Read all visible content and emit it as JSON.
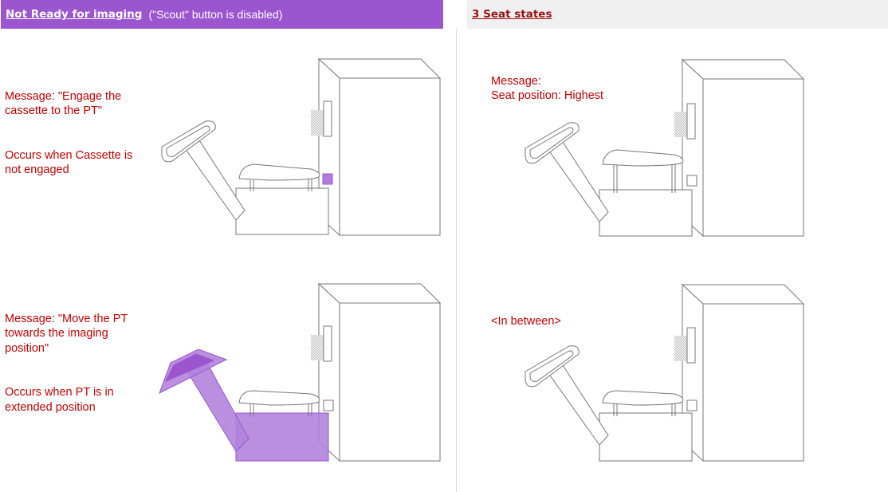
{
  "header_left": {
    "title": "Not Ready for imaging",
    "subtitle": "(\"Scout\" button is disabled)"
  },
  "header_right": {
    "title": "3 Seat states"
  },
  "panels": {
    "top_left": {
      "message": "Message: \"Engage the cassette to the PT\"",
      "occurs": "Occurs when Cassette is not engaged"
    },
    "bottom_left": {
      "message": "Message: \"Move the PT towards the imaging position\"",
      "occurs": "Occurs when PT is in extended position"
    },
    "top_right": {
      "message": "Message:\nSeat position: Highest"
    },
    "bottom_right": {
      "message": "<In between>"
    }
  },
  "colors": {
    "header_left_bg": "#9b55cf",
    "header_right_bg": "#f0f0f0",
    "message_text": "#c00000",
    "highlight": "#9b55cf",
    "line": "#777777"
  },
  "icons": [
    "pt-machine-icon",
    "cassette-indicator-icon",
    "grid-panel-icon"
  ]
}
